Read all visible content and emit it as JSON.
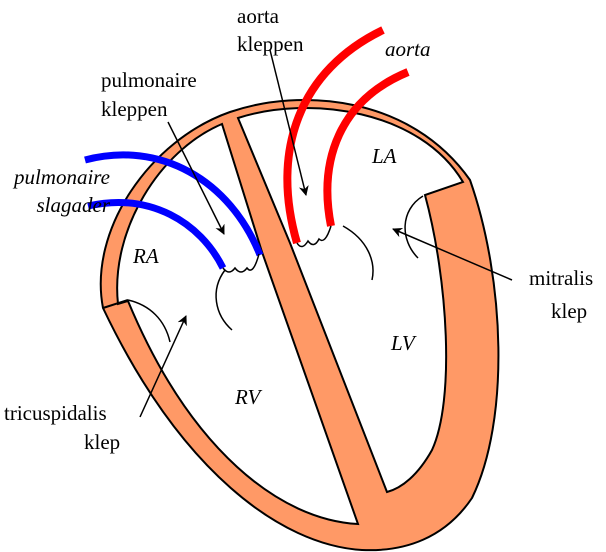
{
  "labels": {
    "aorta_valves": [
      "aorta",
      "kleppen"
    ],
    "aorta": "aorta",
    "pulmonary_valves": [
      "pulmonaire",
      "kleppen"
    ],
    "pulmonary_artery": [
      "pulmonaire",
      "slagader"
    ],
    "ra": "RA",
    "la": "LA",
    "lv": "LV",
    "rv": "RV",
    "mitral_valve": [
      "mitralis",
      "klep"
    ],
    "tricuspid_valve": [
      "tricuspidalis",
      "klep"
    ]
  },
  "colors": {
    "muscle": "#FF9966",
    "aorta": "#FF0000",
    "pulmonary_artery": "#0000FF",
    "outline": "#000000"
  }
}
